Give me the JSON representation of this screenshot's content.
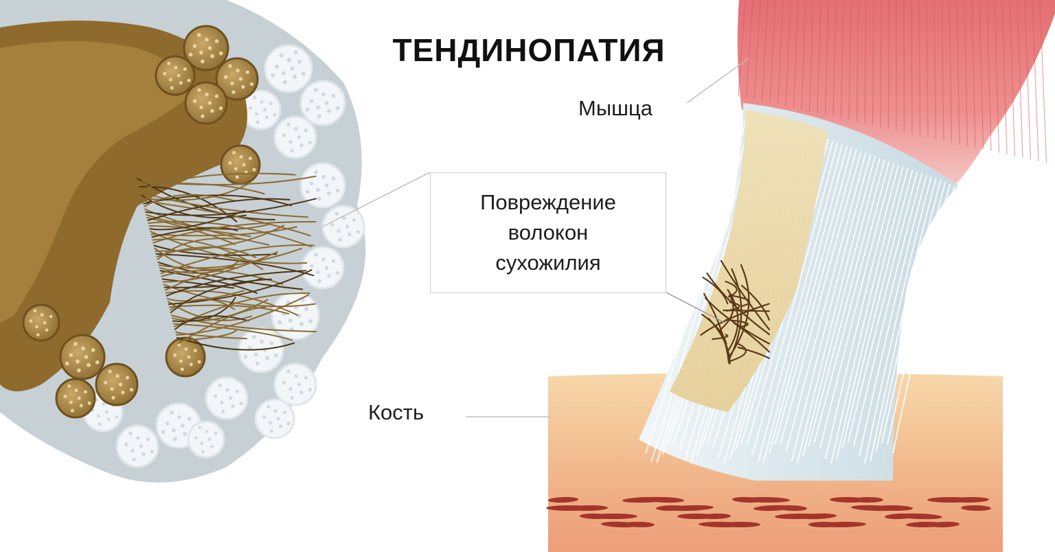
{
  "title": "ТЕНДИНОПАТИЯ",
  "labels": {
    "muscle": "Мышца",
    "damage_lines": [
      "Повреждение",
      "волокон",
      "сухожилия"
    ],
    "bone": "Кость"
  },
  "colors": {
    "damaged_fiber": "#9c7a3c",
    "healthy_fiber": "#e6eef2",
    "muscle": "#e8787a",
    "bone": "#f2c49a"
  }
}
